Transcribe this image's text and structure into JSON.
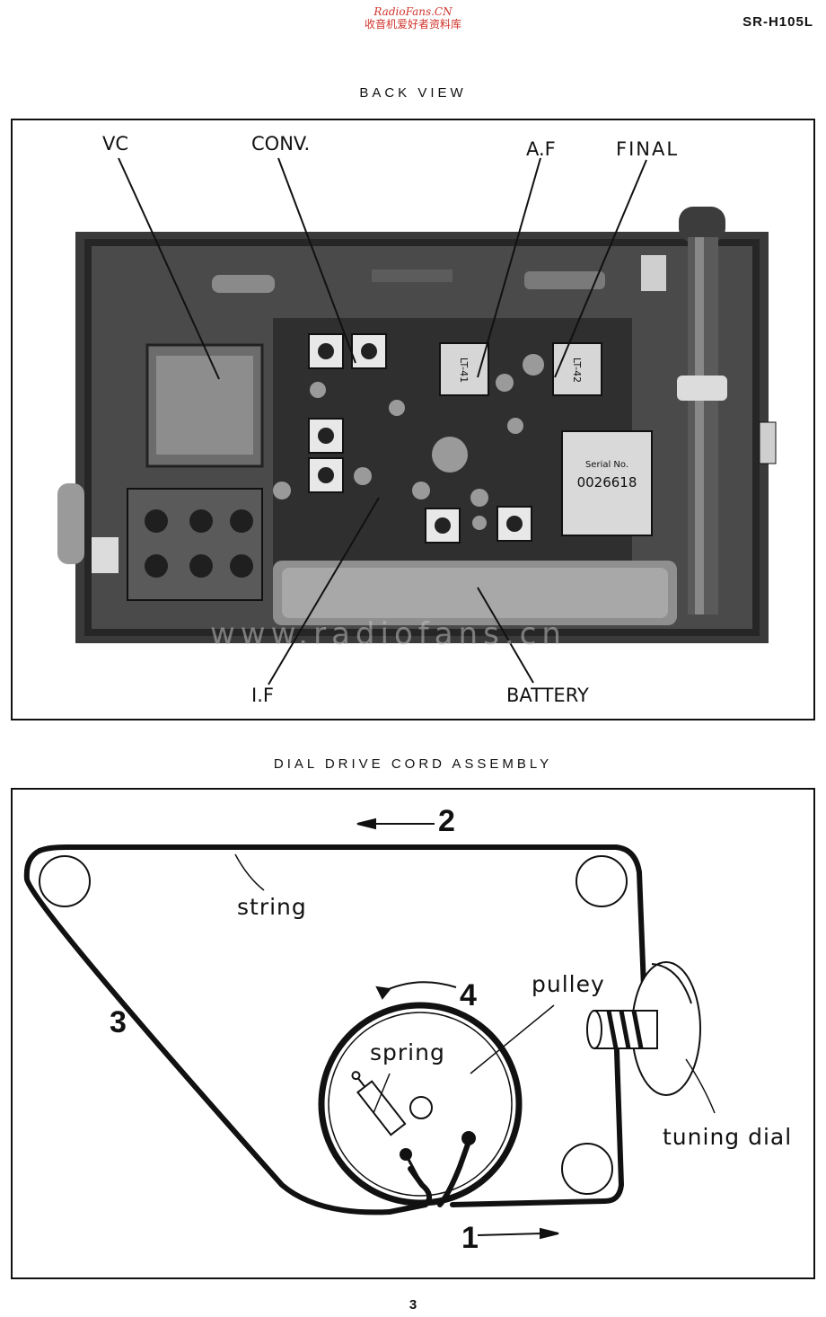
{
  "header": {
    "watermark_site": "RadioFans.CN",
    "watermark_cn": "收音机爱好者资料库",
    "model": "SR-H105L"
  },
  "back_view": {
    "title": "BACK VIEW",
    "labels": {
      "vc": "VC",
      "conv": "CONV.",
      "af": "A.F",
      "final": "FINAL",
      "if": "I.F",
      "battery": "BATTERY"
    },
    "serial": "0026618",
    "serial_caption": "Serial No.",
    "coil_af": "LT-41",
    "coil_final": "LT-42"
  },
  "cord_assembly": {
    "title": "DIAL DRIVE CORD ASSEMBLY",
    "labels": {
      "string": "string",
      "pulley": "pulley",
      "spring": "spring",
      "tuning_dial": "tuning dial"
    },
    "steps": [
      "1",
      "2",
      "3",
      "4"
    ]
  },
  "footer": {
    "page_number": "3",
    "watermark_url": "www.radiofans.cn"
  }
}
